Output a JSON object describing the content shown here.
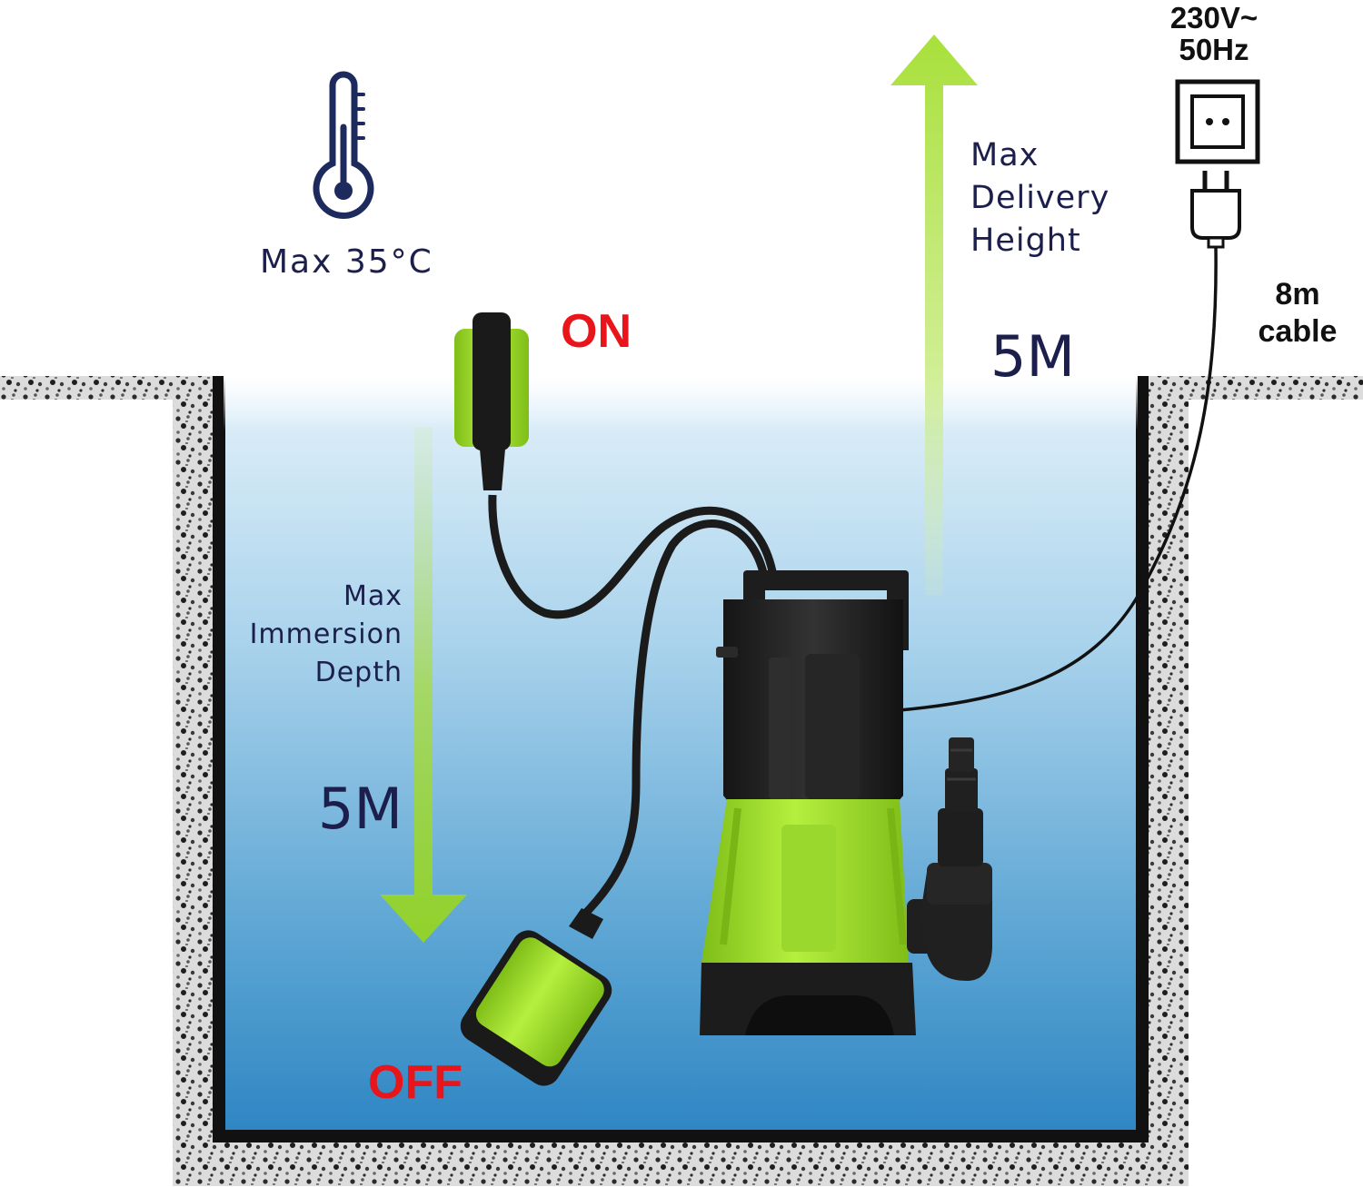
{
  "labels": {
    "temperature": "Max  35°C",
    "float_on": "ON",
    "float_off": "OFF",
    "delivery_text": "Max\nDelivery\nHeight",
    "delivery_value": "5M",
    "immersion_text": "Max\nImmersion\nDepth",
    "immersion_value": "5M",
    "voltage": "230V~\n50Hz",
    "cable": "8m\ncable"
  },
  "icons": [
    "thermometer-icon",
    "wall-socket-icon",
    "power-plug-icon",
    "float-switch-icon",
    "submersible-pump-icon"
  ],
  "colors": {
    "lime": "#a4e02e",
    "water_top": "#e4f2fa",
    "water_bottom": "#2f86c3",
    "pit_wall": "#111111",
    "label_navy": "#1c1f4c",
    "label_red": "#e8151b"
  }
}
